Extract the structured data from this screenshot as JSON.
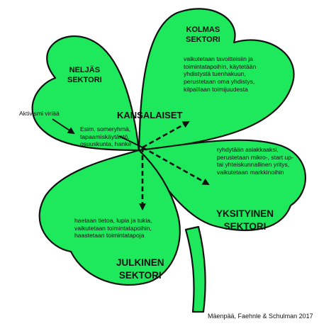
{
  "diagram": {
    "center_title": "KANSALAISET",
    "credit": "Mäenpää, Faehnle & Schulman 2017",
    "colors": {
      "leaf": "#1ee85c",
      "outline": "#111111",
      "background": "#ffffff"
    },
    "sectors": {
      "fourth": {
        "label_line1": "NELJÄS",
        "label_line2": "SEKTORI"
      },
      "third": {
        "label_line1": "KOLMAS",
        "label_line2": "SEKTORI"
      },
      "private": {
        "label_line1": "YKSITYINEN",
        "label_line2": "SEKTORI"
      },
      "public": {
        "label_line1": "JULKINEN",
        "label_line2": "SEKTORI"
      }
    },
    "notes": {
      "activism": "Aktivismi viriää",
      "fourth": [
        "Esim. someryhmä,",
        "tapaamiskäytäntö,",
        "osuuskunta, hanke"
      ],
      "third": [
        "vaikutetaan tavoitteisiin ja",
        "toimintatapoihin, käytetään",
        "yhdistystä tuenhakuun,",
        "perustetaan oma yhdistys,",
        "kilpaillaan toimijuudesta"
      ],
      "private": [
        "ryhdytään asiakkaaksi,",
        "perustetaan mikro-, start up-",
        "tai yhteiskunnallinen yritys,",
        "vaikutetaan markkinoihin"
      ],
      "public": [
        "haetaan tietoa, lupia ja tukia,",
        "vaikutetaan toimintatapoihin,",
        "haastetaan toimintatapoja"
      ]
    }
  }
}
